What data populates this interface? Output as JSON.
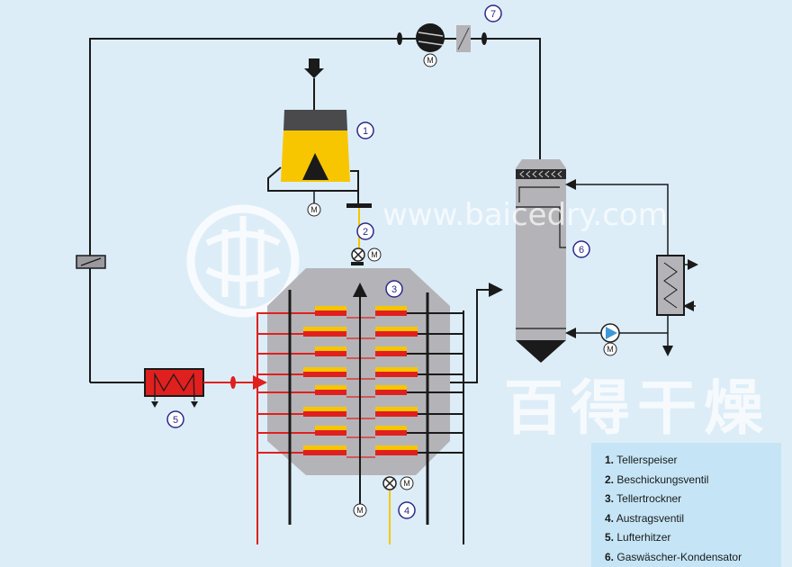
{
  "diagram": {
    "motor_label": "M",
    "bubbles": {
      "b1": "1",
      "b2": "2",
      "b3": "3",
      "b4": "4",
      "b5": "5",
      "b6": "6",
      "b7": "7"
    },
    "colors": {
      "background": "#dcedf8",
      "hot": "#e0201e",
      "product": "#f7c600",
      "body": "#b4b4b8",
      "line": "#1a1a1a",
      "legend_bg": "#c5e5f6",
      "pump": "#3a9ad9"
    }
  },
  "watermark": {
    "chinese": "百得干燥",
    "url": "www.baicedry.com"
  },
  "legend": {
    "items": [
      {
        "num": "1.",
        "label": "Tellerspeiser"
      },
      {
        "num": "2.",
        "label": "Beschickungsventil"
      },
      {
        "num": "3.",
        "label": "Tellertrockner"
      },
      {
        "num": "4.",
        "label": "Austragsventil"
      },
      {
        "num": "5.",
        "label": "Lufterhitzer"
      },
      {
        "num": "6.",
        "label": "Gaswäscher-Kondensator"
      }
    ]
  }
}
